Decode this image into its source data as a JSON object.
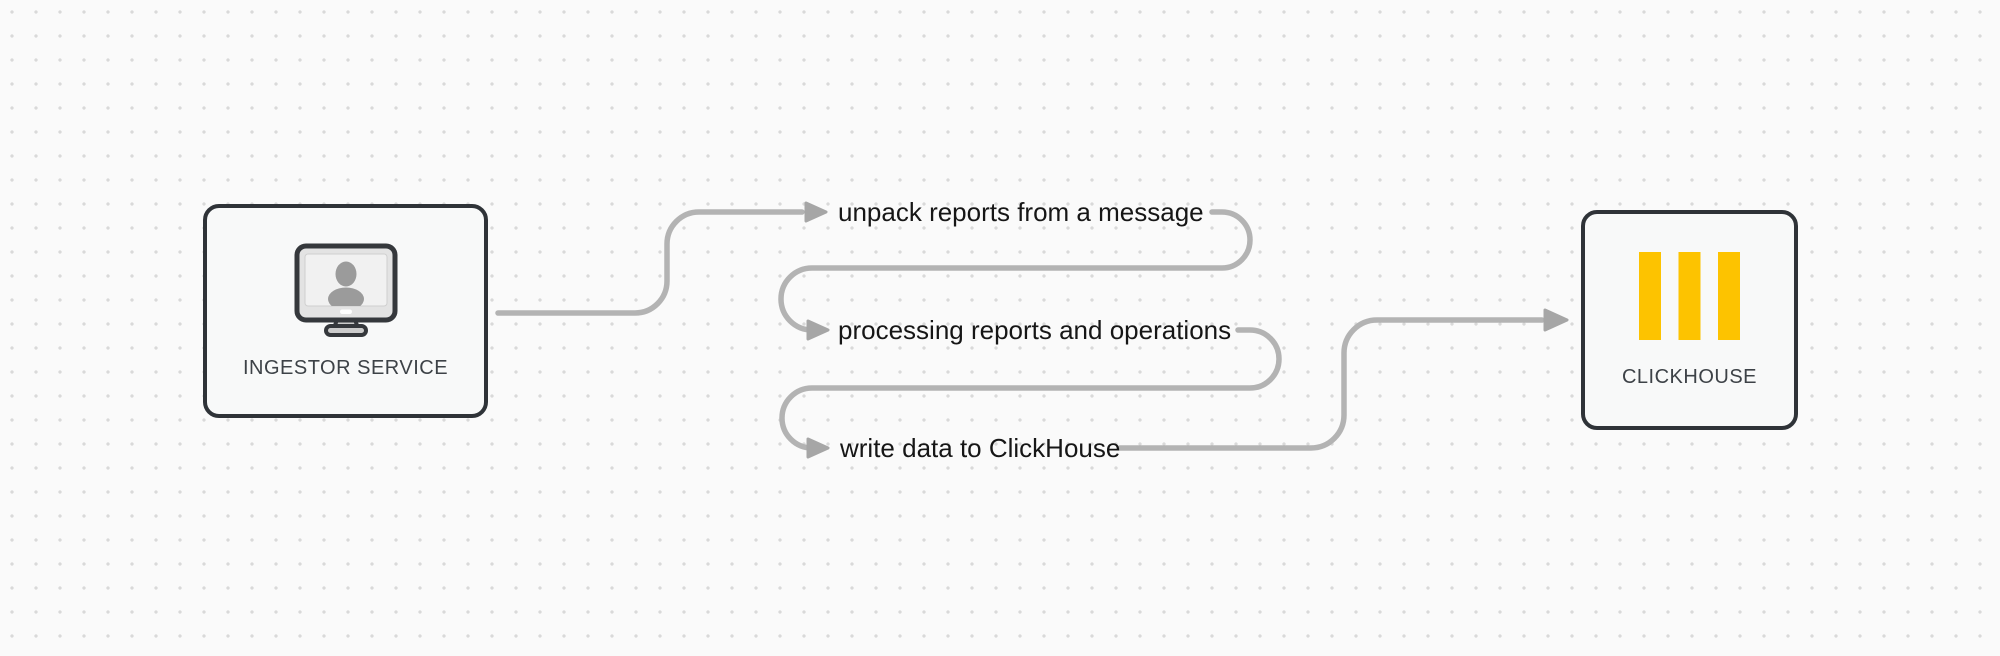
{
  "diagram": {
    "nodes": {
      "ingestor": {
        "label": "INGESTOR SERVICE",
        "icon": "monitor-user-icon"
      },
      "clickhouse": {
        "label": "CLICKHOUSE",
        "icon": "clickhouse-logo-icon"
      }
    },
    "steps": [
      {
        "label": "unpack reports from a message"
      },
      {
        "label": "processing reports and operations"
      },
      {
        "label": "write data to ClickHouse"
      }
    ],
    "flow": "ingestor -> unpack reports from a message -> processing reports and operations -> write data to ClickHouse -> clickhouse",
    "colors": {
      "background": "#fafafa",
      "grid_dot": "#d9d9d9",
      "connector": "#b3b3b3",
      "arrowhead": "#a6a6a6",
      "node_border": "#2f3338",
      "node_fill": "#f8f9f9",
      "node_label_text": "#3d4247",
      "step_label_text": "#161616",
      "clickhouse_yellow": "#fdc300",
      "monitor_silhouette_gray": "#9b9b9b"
    }
  }
}
